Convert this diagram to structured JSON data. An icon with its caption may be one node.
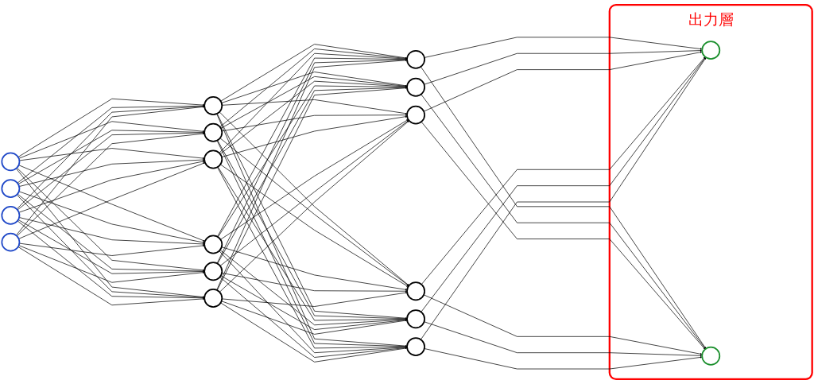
{
  "diagram": {
    "nodes": [
      {
        "text": [],
        "shape": "circle"
      },
      {
        "text": [],
        "shape": "circle"
      },
      {
        "text": [],
        "shape": "circle"
      },
      {
        "text": [],
        "shape": "circle"
      },
      {
        "text": [],
        "shape": "circle"
      },
      {
        "text": [],
        "shape": "circle"
      },
      {
        "text": [],
        "shape": "circle"
      },
      {
        "text": [],
        "shape": "circle"
      },
      {
        "text": [],
        "shape": "circle"
      },
      {
        "text": [],
        "shape": "circle"
      },
      {
        "text": [],
        "shape": "circle"
      },
      {
        "text": [],
        "shape": "circle"
      },
      {
        "text": [],
        "shape": "circle"
      },
      {
        "text": [],
        "shape": "circle"
      },
      {
        "text": [],
        "shape": "circle"
      },
      {
        "text": [],
        "shape": "circle"
      },
      {
        "text": [
          "出力層"
        ]
      },
      {
        "text": [],
        "shape": "circle",
        "in": 16
      },
      {
        "text": [],
        "shape": "circle",
        "in": 16
      }
    ],
    "edges": [
      {
        "from": 0,
        "to": 4,
        "arrow": "to"
      },
      {
        "from": 0,
        "to": 5,
        "arrow": "to"
      },
      {
        "from": 0,
        "to": 6,
        "arrow": "to"
      },
      {
        "from": 0,
        "to": 7,
        "arrow": "to"
      },
      {
        "from": 0,
        "to": 8,
        "arrow": "to"
      },
      {
        "from": 0,
        "to": 9,
        "arrow": "to"
      },
      {
        "from": 1,
        "to": 4,
        "arrow": "to"
      },
      {
        "from": 1,
        "to": 5,
        "arrow": "to"
      },
      {
        "from": 1,
        "to": 6,
        "arrow": "to"
      },
      {
        "from": 1,
        "to": 7,
        "arrow": "to"
      },
      {
        "from": 1,
        "to": 8,
        "arrow": "to"
      },
      {
        "from": 1,
        "to": 9,
        "arrow": "to"
      },
      {
        "from": 2,
        "to": 4,
        "arrow": "to"
      },
      {
        "from": 2,
        "to": 5,
        "arrow": "to"
      },
      {
        "from": 2,
        "to": 6,
        "arrow": "to"
      },
      {
        "from": 2,
        "to": 7,
        "arrow": "to"
      },
      {
        "from": 2,
        "to": 8,
        "arrow": "to"
      },
      {
        "from": 2,
        "to": 9,
        "arrow": "to"
      },
      {
        "from": 3,
        "to": 4,
        "arrow": "to"
      },
      {
        "from": 3,
        "to": 5,
        "arrow": "to"
      },
      {
        "from": 3,
        "to": 6,
        "arrow": "to"
      },
      {
        "from": 3,
        "to": 7,
        "arrow": "to"
      },
      {
        "from": 3,
        "to": 8,
        "arrow": "to"
      },
      {
        "from": 3,
        "to": 9,
        "arrow": "to"
      },
      {
        "from": 4,
        "to": 10,
        "arrow": "to"
      },
      {
        "from": 4,
        "to": 11,
        "arrow": "to"
      },
      {
        "from": 4,
        "to": 12,
        "arrow": "to"
      },
      {
        "from": 4,
        "to": 13,
        "arrow": "to"
      },
      {
        "from": 4,
        "to": 14,
        "arrow": "to"
      },
      {
        "from": 4,
        "to": 15,
        "arrow": "to"
      },
      {
        "from": 5,
        "to": 10,
        "arrow": "to"
      },
      {
        "from": 5,
        "to": 11,
        "arrow": "to"
      },
      {
        "from": 5,
        "to": 12,
        "arrow": "to"
      },
      {
        "from": 5,
        "to": 13,
        "arrow": "to"
      },
      {
        "from": 5,
        "to": 14,
        "arrow": "to"
      },
      {
        "from": 5,
        "to": 15,
        "arrow": "to"
      },
      {
        "from": 6,
        "to": 10,
        "arrow": "to"
      },
      {
        "from": 6,
        "to": 11,
        "arrow": "to"
      },
      {
        "from": 6,
        "to": 12,
        "arrow": "to"
      },
      {
        "from": 6,
        "to": 13,
        "arrow": "to"
      },
      {
        "from": 6,
        "to": 14,
        "arrow": "to"
      },
      {
        "from": 6,
        "to": 15,
        "arrow": "to"
      },
      {
        "from": 7,
        "to": 10,
        "arrow": "to"
      },
      {
        "from": 7,
        "to": 11,
        "arrow": "to"
      },
      {
        "from": 7,
        "to": 12,
        "arrow": "to"
      },
      {
        "from": 7,
        "to": 13,
        "arrow": "to"
      },
      {
        "from": 7,
        "to": 14,
        "arrow": "to"
      },
      {
        "from": 7,
        "to": 15,
        "arrow": "to"
      },
      {
        "from": 8,
        "to": 10,
        "arrow": "to"
      },
      {
        "from": 8,
        "to": 11,
        "arrow": "to"
      },
      {
        "from": 8,
        "to": 12,
        "arrow": "to"
      },
      {
        "from": 8,
        "to": 13,
        "arrow": "to"
      },
      {
        "from": 8,
        "to": 14,
        "arrow": "to"
      },
      {
        "from": 8,
        "to": 15,
        "arrow": "to"
      },
      {
        "from": 9,
        "to": 10,
        "arrow": "to"
      },
      {
        "from": 9,
        "to": 11,
        "arrow": "to"
      },
      {
        "from": 9,
        "to": 12,
        "arrow": "to"
      },
      {
        "from": 9,
        "to": 13,
        "arrow": "to"
      },
      {
        "from": 9,
        "to": 14,
        "arrow": "to"
      },
      {
        "from": 9,
        "to": 15,
        "arrow": "to"
      },
      {
        "from": 10,
        "to": 17,
        "arrow": "to"
      },
      {
        "from": 10,
        "to": 18,
        "arrow": "to"
      },
      {
        "from": 11,
        "to": 17,
        "arrow": "to"
      },
      {
        "from": 11,
        "to": 18,
        "arrow": "to"
      },
      {
        "from": 12,
        "to": 17,
        "arrow": "to"
      },
      {
        "from": 12,
        "to": 18,
        "arrow": "to"
      },
      {
        "from": 13,
        "to": 17,
        "arrow": "to"
      },
      {
        "from": 13,
        "to": 18,
        "arrow": "to"
      },
      {
        "from": 14,
        "to": 17,
        "arrow": "to"
      },
      {
        "from": 14,
        "to": 18,
        "arrow": "to"
      },
      {
        "from": 15,
        "to": 17,
        "arrow": "to"
      },
      {
        "from": 15,
        "to": 18,
        "arrow": "to"
      }
    ]
  }
}
